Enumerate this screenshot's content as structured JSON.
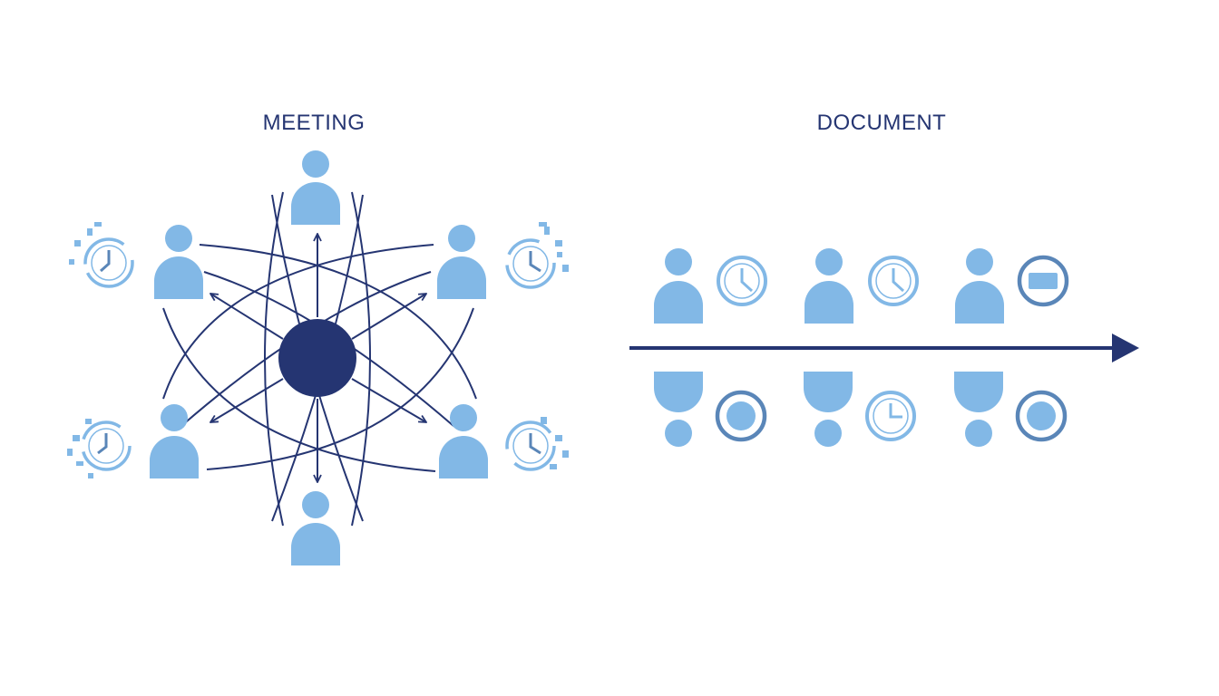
{
  "labels": {
    "meeting": "MEETING",
    "document": "DOCUMENT"
  },
  "colors": {
    "primary": "#253572",
    "person": "#82B8E6",
    "clock": "#82B8E6",
    "clock_dark": "#5A86B8",
    "background": "#FFFFFF"
  },
  "meeting": {
    "hub": "central-hub-circle",
    "participants": [
      "top",
      "upper-left",
      "upper-right",
      "lower-left",
      "lower-right",
      "bottom"
    ],
    "clocks": [
      "upper-left",
      "upper-right",
      "lower-left",
      "lower-right"
    ],
    "clock_style": "fragmented"
  },
  "document": {
    "timeline": "arrow-right",
    "top_row": [
      {
        "person": "person-icon",
        "marker": "clock-icon"
      },
      {
        "person": "person-icon",
        "marker": "clock-icon"
      },
      {
        "person": "person-icon",
        "marker": "message-icon"
      }
    ],
    "bottom_row": [
      {
        "person": "person-icon-inverted",
        "marker": "record-icon"
      },
      {
        "person": "person-icon-inverted",
        "marker": "clock-icon"
      },
      {
        "person": "person-icon-inverted",
        "marker": "record-icon"
      }
    ]
  }
}
